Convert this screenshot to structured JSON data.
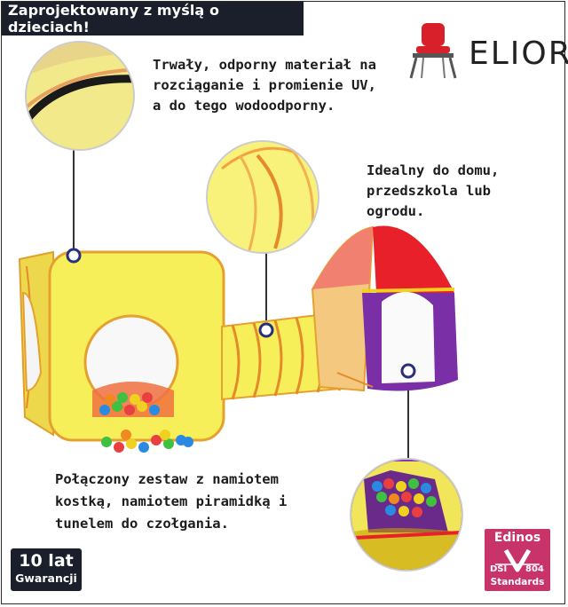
{
  "banner": {
    "text": "Zaprojektowany z myślą o dzieciach!"
  },
  "brand": {
    "name": "ELIOR",
    "logo_icon": "chair-icon",
    "accent_color": "#d8202a"
  },
  "callouts": [
    {
      "text": "Trwały, odporny materiał na\nrozciąganie i promienie UV,\na do tego wodoodporny."
    },
    {
      "text": "Idealny do domu,\nprzedszkola lub\nogrodu."
    },
    {
      "text": "Połączony zestaw z namiotem\nkostką, namiotem piramidką i\ntunelem do czołgania."
    }
  ],
  "warranty": {
    "years": "10 lat",
    "label": "Gwarancji"
  },
  "certification": {
    "name": "Edinos",
    "code": "DSI",
    "number": "804",
    "standard": "Standards",
    "color": "#c8346a"
  },
  "colors": {
    "banner_bg": "#1a1f2b",
    "tent_yellow": "#f7ef5a",
    "tent_orange": "#f08a2a",
    "tent_red": "#e8202a",
    "tent_purple": "#7b2fa6",
    "marker_ring": "#2a2f7a"
  }
}
